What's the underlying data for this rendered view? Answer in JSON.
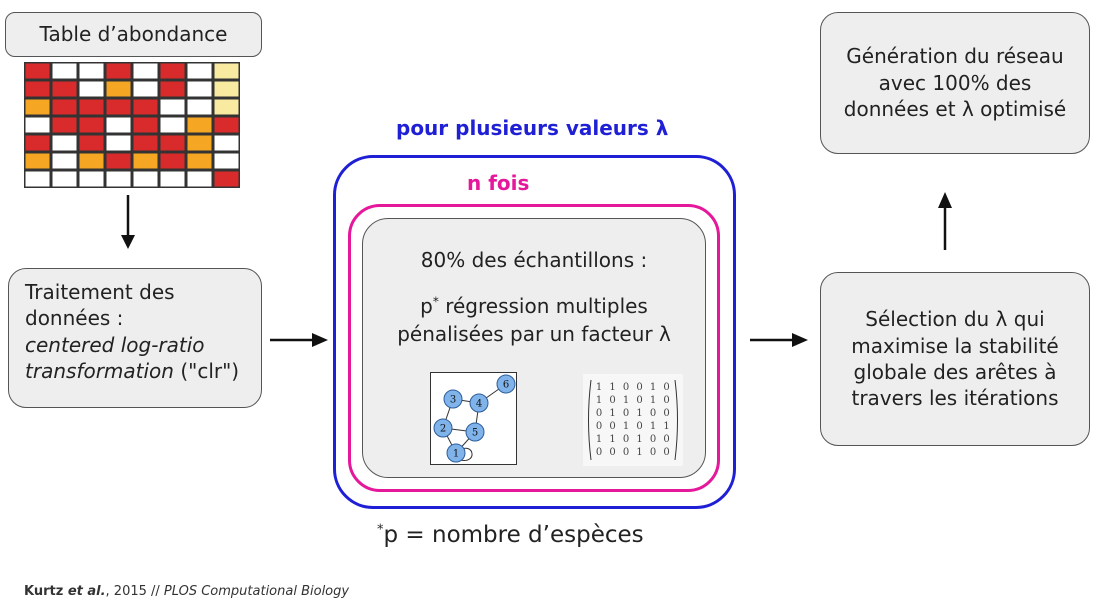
{
  "abundance": {
    "title": "Table d’abondance",
    "grid": [
      [
        "red",
        "white",
        "white",
        "red",
        "white",
        "red",
        "white",
        "yellow"
      ],
      [
        "red",
        "red",
        "white",
        "orange",
        "white",
        "red",
        "white",
        "yellow"
      ],
      [
        "orange",
        "red",
        "red",
        "red",
        "red",
        "white",
        "white",
        "yellow"
      ],
      [
        "white",
        "red",
        "red",
        "white",
        "red",
        "white",
        "orange",
        "red"
      ],
      [
        "red",
        "white",
        "red",
        "white",
        "red",
        "red",
        "orange",
        "white"
      ],
      [
        "orange",
        "white",
        "orange",
        "red",
        "orange",
        "red",
        "orange",
        "white"
      ],
      [
        "white",
        "white",
        "white",
        "white",
        "white",
        "white",
        "white",
        "red"
      ]
    ],
    "palette": {
      "red": "#d92b2b",
      "orange": "#f5a623",
      "yellow": "#f8eaa0",
      "white": "#ffffff"
    }
  },
  "processing": {
    "line1": "Traitement des",
    "line2": "données :",
    "line3": "centered log-ratio",
    "line4_italic": "transformation",
    "line4_rest": " (\"clr\")"
  },
  "outer_label": "pour plusieurs valeurs",
  "inner_label": "n fois",
  "lambda": "λ",
  "core": {
    "line1": "80% des échantillons :",
    "line2_p": "p",
    "line2_sup": "*",
    "line2_rest": " régression multiples",
    "line3": "pénalisées par un facteur λ"
  },
  "graph": {
    "nodes": [
      "1",
      "2",
      "3",
      "4",
      "5",
      "6"
    ]
  },
  "matrix": {
    "rows": [
      "1 1 0 0 1 0",
      "1 0 1 0 1 0",
      "0 1 0 1 0 0",
      "0 0 1 0 1 1",
      "1 1 0 1 0 0",
      "0 0 0 1 0 0"
    ]
  },
  "footnote": {
    "sup": "*",
    "text": "p = nombre d’espèces"
  },
  "selection": {
    "line1": "Sélection du λ qui",
    "line2": "maximise la stabilité",
    "line3": "globale des arêtes à",
    "line4": "travers les itérations"
  },
  "generation": {
    "line1": "Génération du réseau",
    "line2": "avec 100% des",
    "line3": "données et λ optimisé"
  },
  "citation": {
    "authors": "Kurtz",
    "etal": " et al.",
    "year": ", 2015 // ",
    "journal": "PLOS Computational Biology"
  },
  "colors": {
    "outer": "#1f1fd6",
    "inner": "#e5179b",
    "box_fill": "#eeeeee"
  }
}
